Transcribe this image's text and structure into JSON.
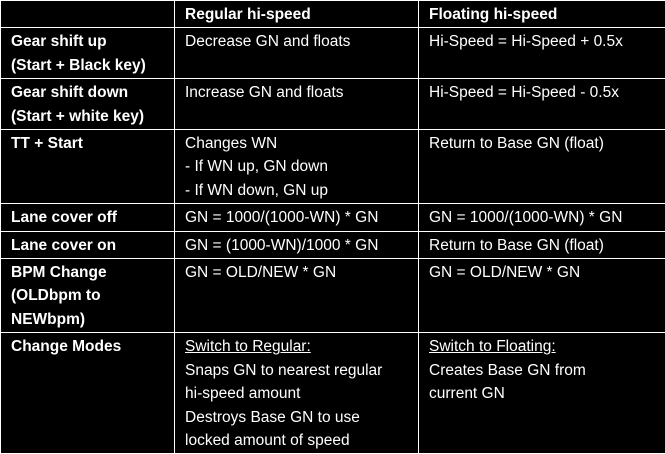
{
  "headers": [
    "",
    "Regular hi-speed",
    "Floating hi-speed"
  ],
  "rows": [
    {
      "label": [
        "Gear shift up",
        "(Start + Black key)"
      ],
      "regular": [
        "Decrease GN and floats"
      ],
      "floating": [
        "Hi-Speed = Hi-Speed + 0.5x"
      ]
    },
    {
      "label": [
        "Gear shift down",
        "(Start + white key)"
      ],
      "regular": [
        "Increase GN and floats"
      ],
      "floating": [
        "Hi-Speed = Hi-Speed - 0.5x"
      ]
    },
    {
      "label": [
        "TT + Start"
      ],
      "regular": [
        "Changes WN",
        "- If WN up, GN down",
        "- If WN down, GN up"
      ],
      "floating": [
        "Return to Base GN (float)"
      ]
    },
    {
      "label": [
        "Lane cover off"
      ],
      "regular": [
        "GN = 1000/(1000-WN) * GN"
      ],
      "floating": [
        "GN = 1000/(1000-WN) * GN"
      ]
    },
    {
      "label": [
        "Lane cover on"
      ],
      "regular": [
        "GN = (1000-WN)/1000 * GN"
      ],
      "floating": [
        "Return to Base GN (float)"
      ]
    },
    {
      "label": [
        "BPM Change",
        "(OLDbpm to",
        "NEWbpm)"
      ],
      "regular": [
        "GN = OLD/NEW * GN"
      ],
      "floating": [
        "GN = OLD/NEW * GN"
      ]
    },
    {
      "label": [
        "Change Modes"
      ],
      "regular_heading": "Switch to Regular:",
      "regular": [
        "Snaps GN to nearest regular",
        "hi-speed amount",
        "Destroys Base GN to use",
        "locked amount of speed"
      ],
      "floating_heading": "Switch to Floating:",
      "floating": [
        "Creates Base GN from",
        "current GN"
      ]
    }
  ]
}
